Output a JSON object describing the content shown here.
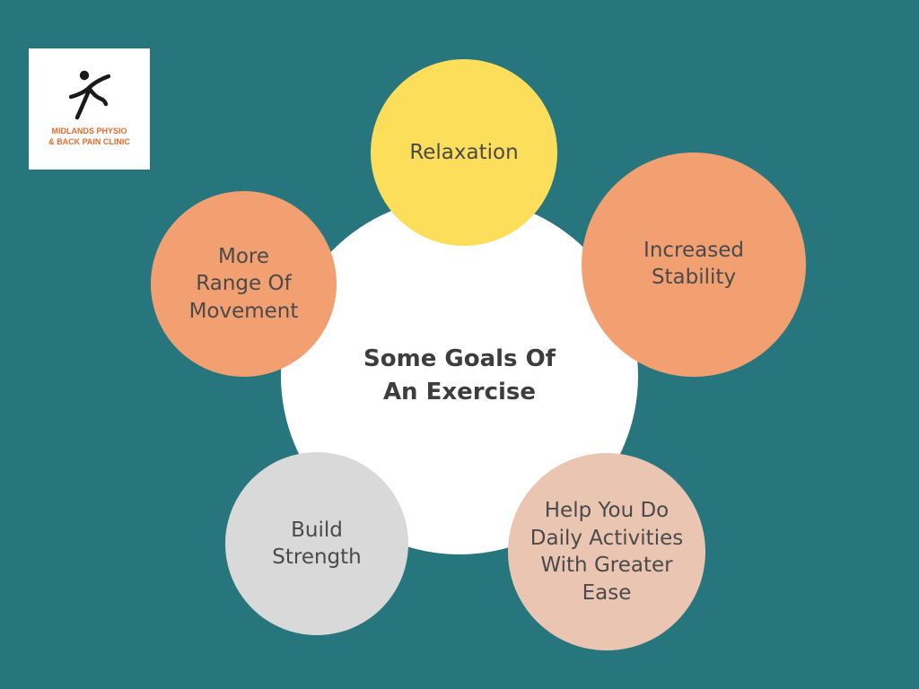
{
  "logo": {
    "icon": "running-figure-icon",
    "line1": "MIDLANDS PHYSIO",
    "line2": "& BACK PAIN CLINIC",
    "text_color": "#e8692a"
  },
  "diagram": {
    "center_title": "Some Goals Of\nAn Exercise",
    "goals": {
      "relaxation": "Relaxation",
      "stability": "Increased\nStability",
      "range": "More\nRange Of\nMovement",
      "strength": "Build\nStrength",
      "daily": "Help You Do\nDaily Activities\nWith Greater\nEase"
    }
  },
  "colors": {
    "background": "#27767d",
    "center": "#ffffff",
    "yellow": "#fdde5a",
    "orange": "#f2a071",
    "gray": "#d9d9d9",
    "peach": "#eac6b2"
  }
}
